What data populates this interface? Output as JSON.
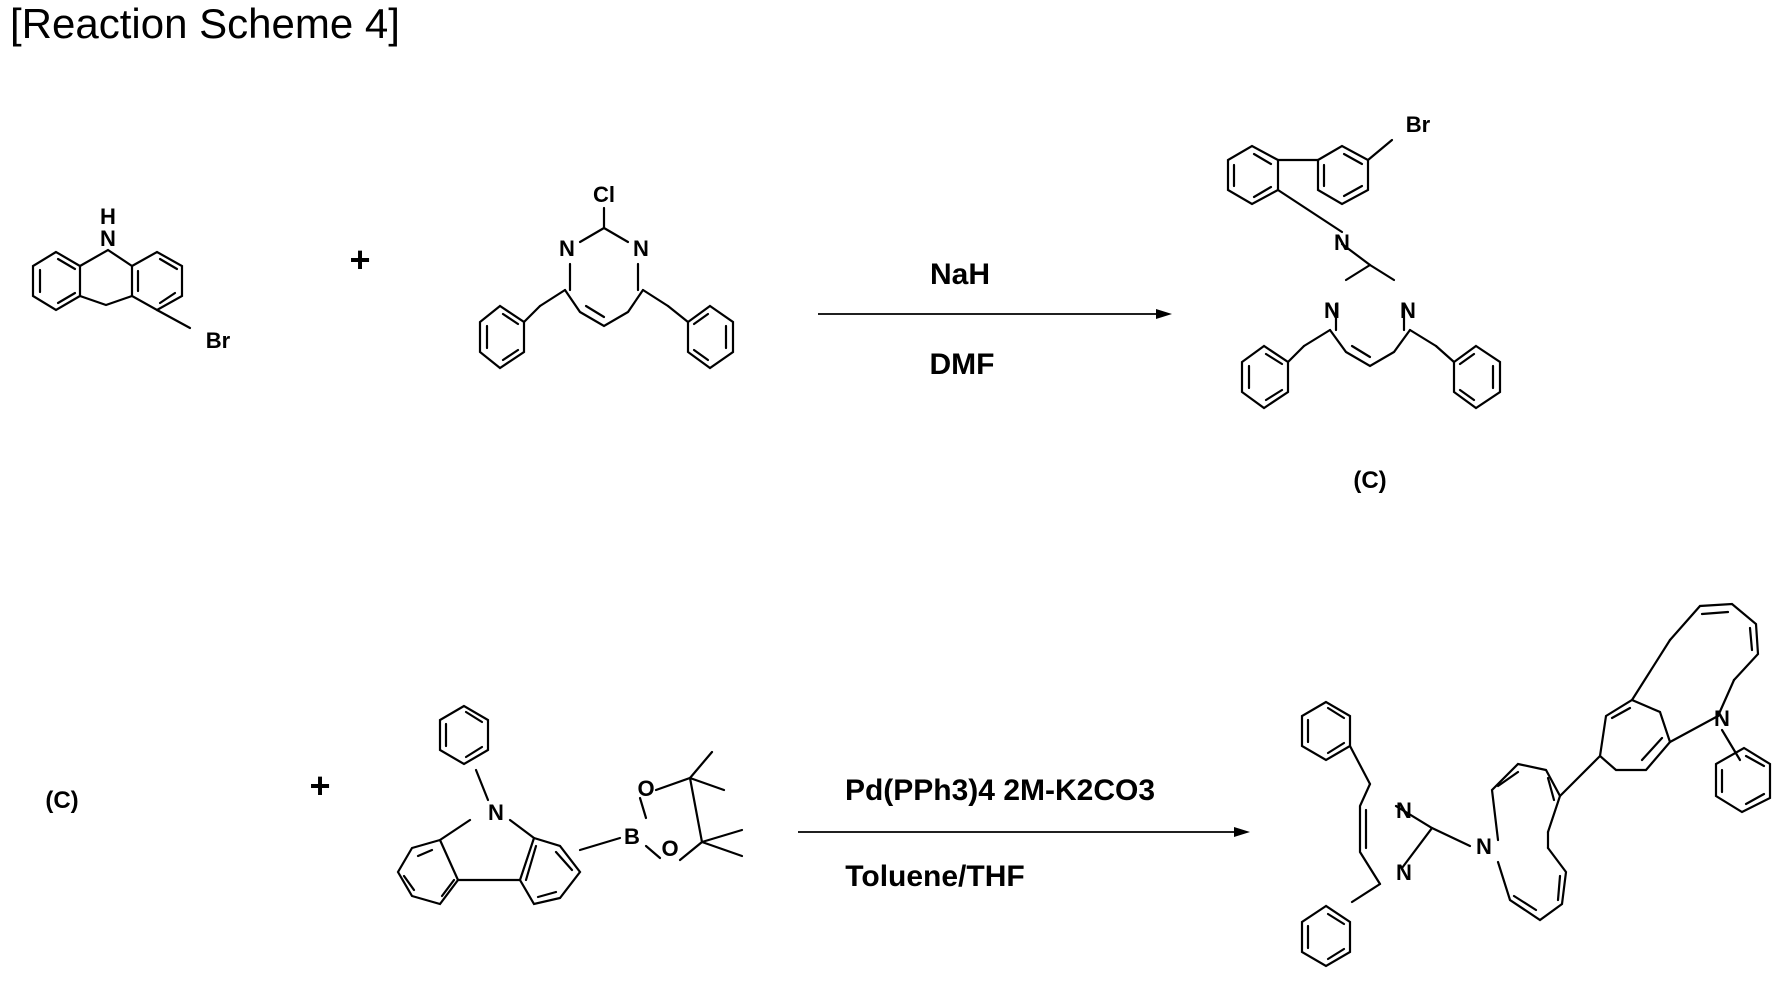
{
  "title": "[Reaction Scheme 4]",
  "reaction1": {
    "reactant_a": {
      "atoms": {
        "nh": "H",
        "n": "N",
        "br": "Br"
      }
    },
    "plus": "+",
    "reactant_b": {
      "atoms": {
        "cl": "Cl",
        "n1": "N",
        "n2": "N"
      }
    },
    "conditions_above": "NaH",
    "conditions_below": "DMF",
    "product": {
      "atoms": {
        "br": "Br",
        "n": "N",
        "n1": "N",
        "n2": "N"
      },
      "label": "(C)"
    }
  },
  "reaction2": {
    "reactant_a_label": "(C)",
    "plus": "+",
    "reactant_b": {
      "atoms": {
        "n": "N",
        "b": "B",
        "o1": "O",
        "o2": "O"
      }
    },
    "conditions_above": "Pd(PPh3)4 2M-K2CO3",
    "conditions_below": "Toluene/THF",
    "product": {
      "atoms": {
        "n1": "N",
        "n2": "N",
        "n_carb1": "N",
        "n_carb2": "N"
      }
    }
  }
}
